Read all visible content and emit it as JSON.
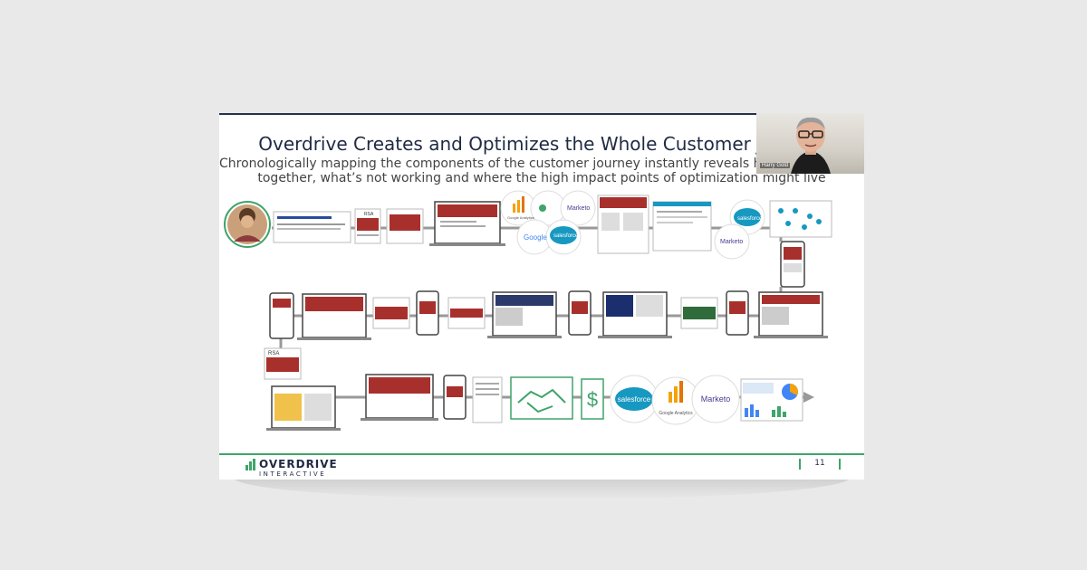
{
  "slide": {
    "title": "Overdrive Creates and Optimizes the Whole Customer Journey",
    "subtitle_line1": "Chronologically mapping the components of the customer journey instantly reveals how everything fits",
    "subtitle_line2": "together, what’s not working and where the high impact points of optimization might live",
    "page_number": "11"
  },
  "footer": {
    "logo_name": "OVERDRIVE",
    "logo_sub": "INTERACTIVE"
  },
  "video": {
    "participant_name": "Harry Gold"
  },
  "tools": {
    "google_analytics": "Google Analytics",
    "marketo": "Marketo",
    "salesforce": "salesforce",
    "google": "Google",
    "rsa": "RSA"
  },
  "colors": {
    "brand_green": "#3fa46a",
    "navy": "#1f2a44",
    "red": "#a8302c",
    "salesforce_blue": "#1798c1",
    "analytics_orange": "#f4a20b"
  }
}
